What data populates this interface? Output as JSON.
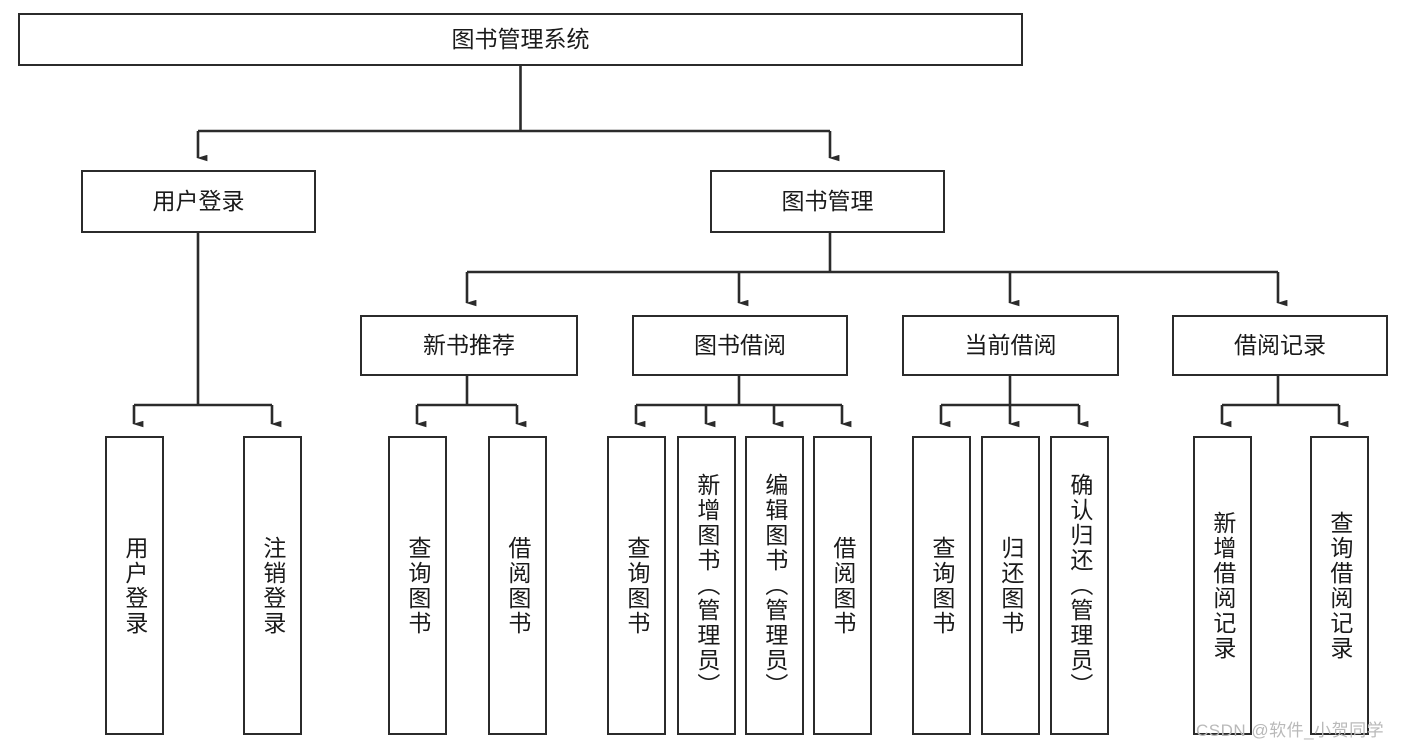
{
  "diagram": {
    "title": "图书管理系统",
    "type": "tree-structure-chart",
    "root": {
      "label": "图书管理系统"
    },
    "level2": [
      {
        "label": "用户登录"
      },
      {
        "label": "图书管理"
      }
    ],
    "level3": [
      {
        "label": "新书推荐"
      },
      {
        "label": "图书借阅"
      },
      {
        "label": "当前借阅"
      },
      {
        "label": "借阅记录"
      }
    ],
    "leaves": {
      "user_login": [
        {
          "label": "用户登录"
        },
        {
          "label": "注销登录"
        }
      ],
      "new_book_recommend": [
        {
          "label": "查询图书"
        },
        {
          "label": "借阅图书"
        }
      ],
      "book_borrow": [
        {
          "label": "查询图书"
        },
        {
          "label": "新增图书（管理员）"
        },
        {
          "label": "编辑图书（管理员）"
        },
        {
          "label": "借阅图书"
        }
      ],
      "current_borrow": [
        {
          "label": "查询图书"
        },
        {
          "label": "归还图书"
        },
        {
          "label": "确认归还（管理员）"
        }
      ],
      "borrow_record": [
        {
          "label": "新增借阅记录"
        },
        {
          "label": "查询借阅记录"
        }
      ]
    }
  },
  "watermark": {
    "text": "CSDN @软件_小贺同学"
  },
  "colors": {
    "stroke": "#2b2b2b",
    "fill": "#ffffff",
    "text": "#1a1a1a",
    "watermark": "#b9b9b9"
  }
}
